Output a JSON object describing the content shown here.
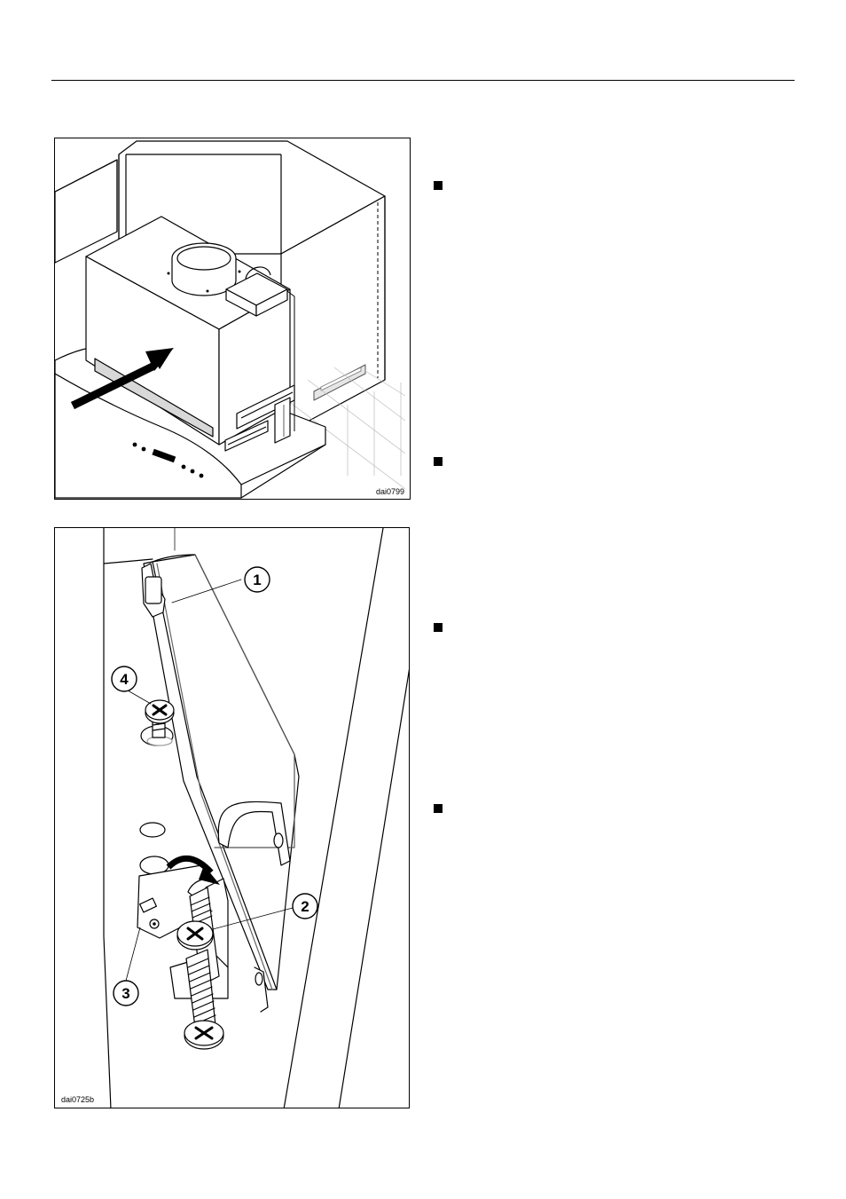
{
  "figures": [
    {
      "code": "dai0799"
    },
    {
      "code": "dai0725b",
      "callouts": [
        "1",
        "2",
        "3",
        "4"
      ]
    }
  ],
  "steps": [
    {
      "icon": "square-bullet-icon",
      "text": ""
    },
    {
      "icon": "square-bullet-icon",
      "text": ""
    },
    {
      "icon": "square-bullet-icon",
      "text": ""
    },
    {
      "icon": "square-bullet-icon",
      "text": ""
    }
  ]
}
